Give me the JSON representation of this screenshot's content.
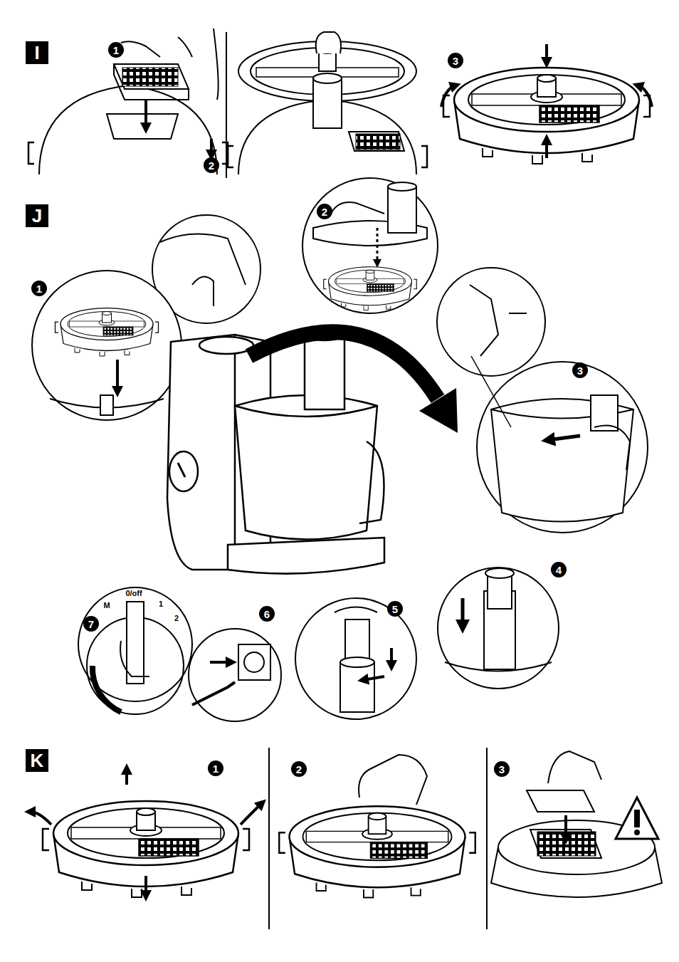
{
  "diagram": {
    "nodes": [
      {
        "text": [
          "I"
        ]
      },
      {
        "text": [
          "J"
        ]
      },
      {
        "text": [
          "K"
        ]
      }
    ],
    "labels": [
      "1",
      "2",
      "3",
      "1",
      "2",
      "3",
      "4",
      "5",
      "6",
      "7",
      "M",
      "0/off",
      "1",
      "2",
      "1",
      "2",
      "3"
    ]
  }
}
